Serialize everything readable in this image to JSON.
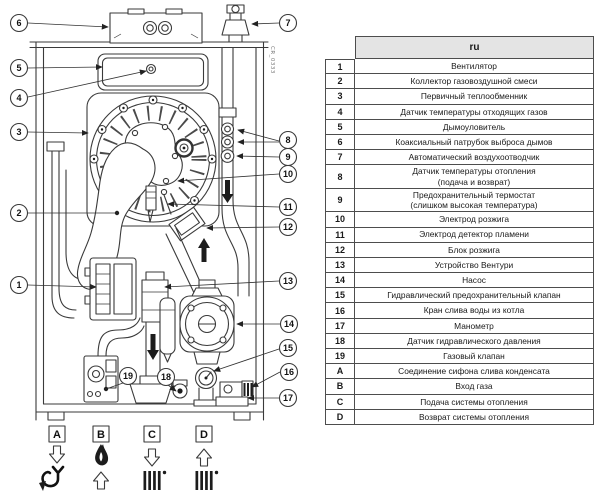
{
  "diagram": {
    "code": "CR_0333",
    "callouts": {
      "c1": "1",
      "c2": "2",
      "c3": "3",
      "c4": "4",
      "c5": "5",
      "c6": "6",
      "c7": "7",
      "c8": "8",
      "c9": "9",
      "c10": "10",
      "c11": "11",
      "c12": "12",
      "c13": "13",
      "c14": "14",
      "c15": "15",
      "c16": "16",
      "c17": "17",
      "c18": "18",
      "c19": "19"
    },
    "ports": {
      "a": "A",
      "b": "B",
      "c": "C",
      "d": "D"
    },
    "port_symbols": {
      "a": "condensate-siphon-drain-icon",
      "b": "gas-flame-inlet-icon",
      "c": "heating-flow-radiator-icon",
      "d": "heating-return-radiator-icon"
    }
  },
  "table": {
    "header": "ru",
    "rows": [
      {
        "key": "1",
        "label": "Вентилятор"
      },
      {
        "key": "2",
        "label": "Коллектор газовоздушной смеси"
      },
      {
        "key": "3",
        "label": "Первичный теплообменник"
      },
      {
        "key": "4",
        "label": "Датчик температуры отходящих газов"
      },
      {
        "key": "5",
        "label": "Дымоуловитель"
      },
      {
        "key": "6",
        "label": "Коаксиальный патрубок выброса дымов"
      },
      {
        "key": "7",
        "label": "Автоматический воздухоотводчик"
      },
      {
        "key": "8",
        "label": "Датчик температуры отопления\n(подача и возврат)"
      },
      {
        "key": "9",
        "label": "Предохранительный термостат\n(слишком высокая температура)"
      },
      {
        "key": "10",
        "label": "Электрод розжига"
      },
      {
        "key": "11",
        "label": "Электрод детектор пламени"
      },
      {
        "key": "12",
        "label": "Блок розжига"
      },
      {
        "key": "13",
        "label": "Устройство Вентури"
      },
      {
        "key": "14",
        "label": "Насос"
      },
      {
        "key": "15",
        "label": "Гидравлический предохранительный клапан"
      },
      {
        "key": "16",
        "label": "Кран слива воды из котла"
      },
      {
        "key": "17",
        "label": "Манометр"
      },
      {
        "key": "18",
        "label": "Датчик гидравлического давления"
      },
      {
        "key": "19",
        "label": "Газовый клапан"
      },
      {
        "key": "A",
        "label": "Соединение сифона слива конденсата"
      },
      {
        "key": "B",
        "label": "Вход газа"
      },
      {
        "key": "C",
        "label": "Подача системы отопления"
      },
      {
        "key": "D",
        "label": "Возврат системы отопления"
      }
    ]
  }
}
